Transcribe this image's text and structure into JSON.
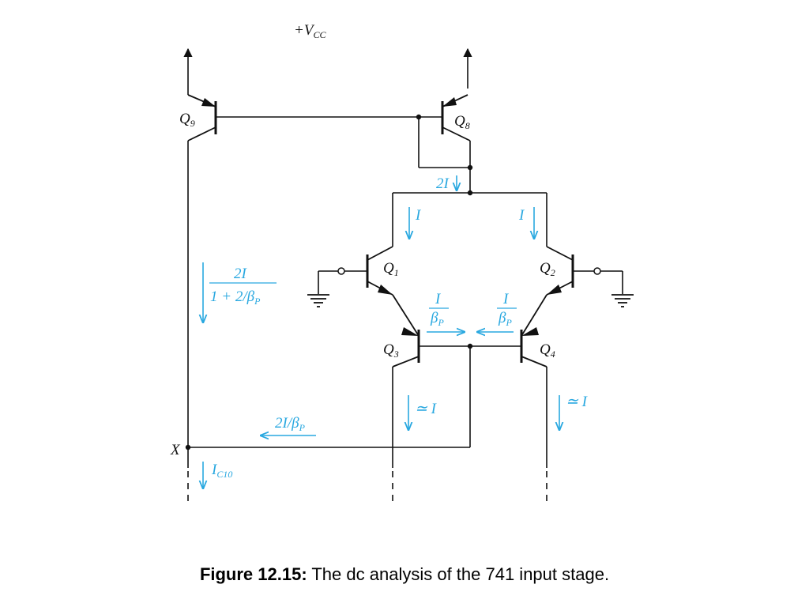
{
  "supply": {
    "prefix": "+V",
    "sub": "CC"
  },
  "transistors": {
    "q9": {
      "letter": "Q",
      "sub": "9"
    },
    "q8": {
      "letter": "Q",
      "sub": "8"
    },
    "q1": {
      "letter": "Q",
      "sub": "1"
    },
    "q2": {
      "letter": "Q",
      "sub": "2"
    },
    "q3": {
      "letter": "Q",
      "sub": "3"
    },
    "q4": {
      "letter": "Q",
      "sub": "4"
    }
  },
  "node_x": "X",
  "currents": {
    "two_i": "2I",
    "i_left": "I",
    "i_right": "I",
    "left_fraction": {
      "num": "2I",
      "den": "1 + 2/β",
      "den_sub": "P"
    },
    "base_left": {
      "num": "I",
      "den": "β",
      "den_sub": "P"
    },
    "base_right": {
      "num": "I",
      "den": "β",
      "den_sub": "P"
    },
    "approx_left": "≃ I",
    "approx_right": "≃ I",
    "two_i_beta": {
      "prefix": "2I/β",
      "sub": "P"
    },
    "ic10": {
      "prefix": "I",
      "sub": "C10"
    }
  },
  "colors": {
    "wire": "#111111",
    "current": "#29a8e0"
  },
  "caption": {
    "bold": "Figure 12.15:",
    "text": " The dc analysis of the 741 input stage."
  }
}
